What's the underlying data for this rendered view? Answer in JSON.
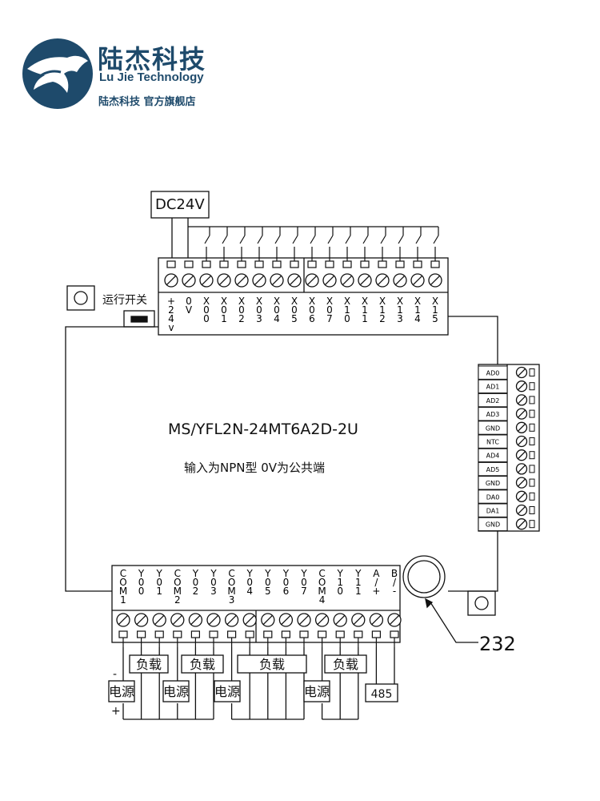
{
  "brand": {
    "name_cn": "陆杰科技",
    "name_en": "Lu Jie Technology",
    "subtitle": "陆杰科技  官方旗舰店"
  },
  "diagram": {
    "power_label": "DC24V",
    "run_switch_label": "运行开关",
    "model": "MS/YFL2N-24MT6A2D-2U",
    "note": "输入为NPN型  0V为公共端",
    "port_label": "232",
    "top_terminals": [
      [
        "+",
        "2",
        "4",
        "v"
      ],
      [
        "0",
        "V"
      ],
      [
        "X",
        "0",
        "0"
      ],
      [
        "X",
        "0",
        "1"
      ],
      [
        "X",
        "0",
        "2"
      ],
      [
        "X",
        "0",
        "3"
      ],
      [
        "X",
        "0",
        "4"
      ],
      [
        "X",
        "0",
        "5"
      ],
      [
        "X",
        "0",
        "6"
      ],
      [
        "X",
        "0",
        "7"
      ],
      [
        "X",
        "1",
        "0"
      ],
      [
        "X",
        "1",
        "1"
      ],
      [
        "X",
        "1",
        "2"
      ],
      [
        "X",
        "1",
        "3"
      ],
      [
        "X",
        "1",
        "4"
      ],
      [
        "X",
        "1",
        "5"
      ]
    ],
    "bottom_terminals": [
      [
        "C",
        "O",
        "M",
        "1"
      ],
      [
        "Y",
        "0",
        "0"
      ],
      [
        "Y",
        "0",
        "1"
      ],
      [
        "C",
        "O",
        "M",
        "2"
      ],
      [
        "Y",
        "0",
        "2"
      ],
      [
        "Y",
        "0",
        "3"
      ],
      [
        "C",
        "O",
        "M",
        "3"
      ],
      [
        "Y",
        "0",
        "4"
      ],
      [
        "Y",
        "0",
        "5"
      ],
      [
        "Y",
        "0",
        "6"
      ],
      [
        "Y",
        "0",
        "7"
      ],
      [
        "C",
        "O",
        "M",
        "4"
      ],
      [
        "Y",
        "1",
        "0"
      ],
      [
        "Y",
        "1",
        "1"
      ],
      [
        "A",
        "/",
        "+"
      ],
      [
        "B",
        "/",
        "-"
      ]
    ],
    "analog_terminals": [
      "AD0",
      "AD1",
      "AD2",
      "AD3",
      "GND",
      "NTC",
      "AD4",
      "AD5",
      "GND",
      "DA0",
      "DA1",
      "GND"
    ],
    "load_label": "负载",
    "power_supply_label": "电源",
    "rs485_label": "485",
    "minus_sign": "-",
    "plus_sign": "+"
  },
  "colors": {
    "brand": "#1e4a6b",
    "line": "#111111"
  }
}
